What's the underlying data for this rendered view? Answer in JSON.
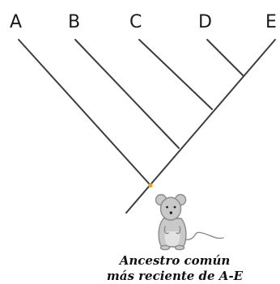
{
  "tree": {
    "taxa": [
      "A",
      "B",
      "C",
      "D",
      "E"
    ],
    "caption": {
      "line1": "Ancestro común",
      "line2": "más reciente de A-E"
    }
  },
  "colors": {
    "branch": "#3d3d3d",
    "ancestor_node": "#e8a21c",
    "mouse_body": "#c9c9c9",
    "mouse_outline": "#8a8a8a",
    "text": "#1a1a1a"
  },
  "icons": {
    "ancestor": "mouse-icon"
  }
}
